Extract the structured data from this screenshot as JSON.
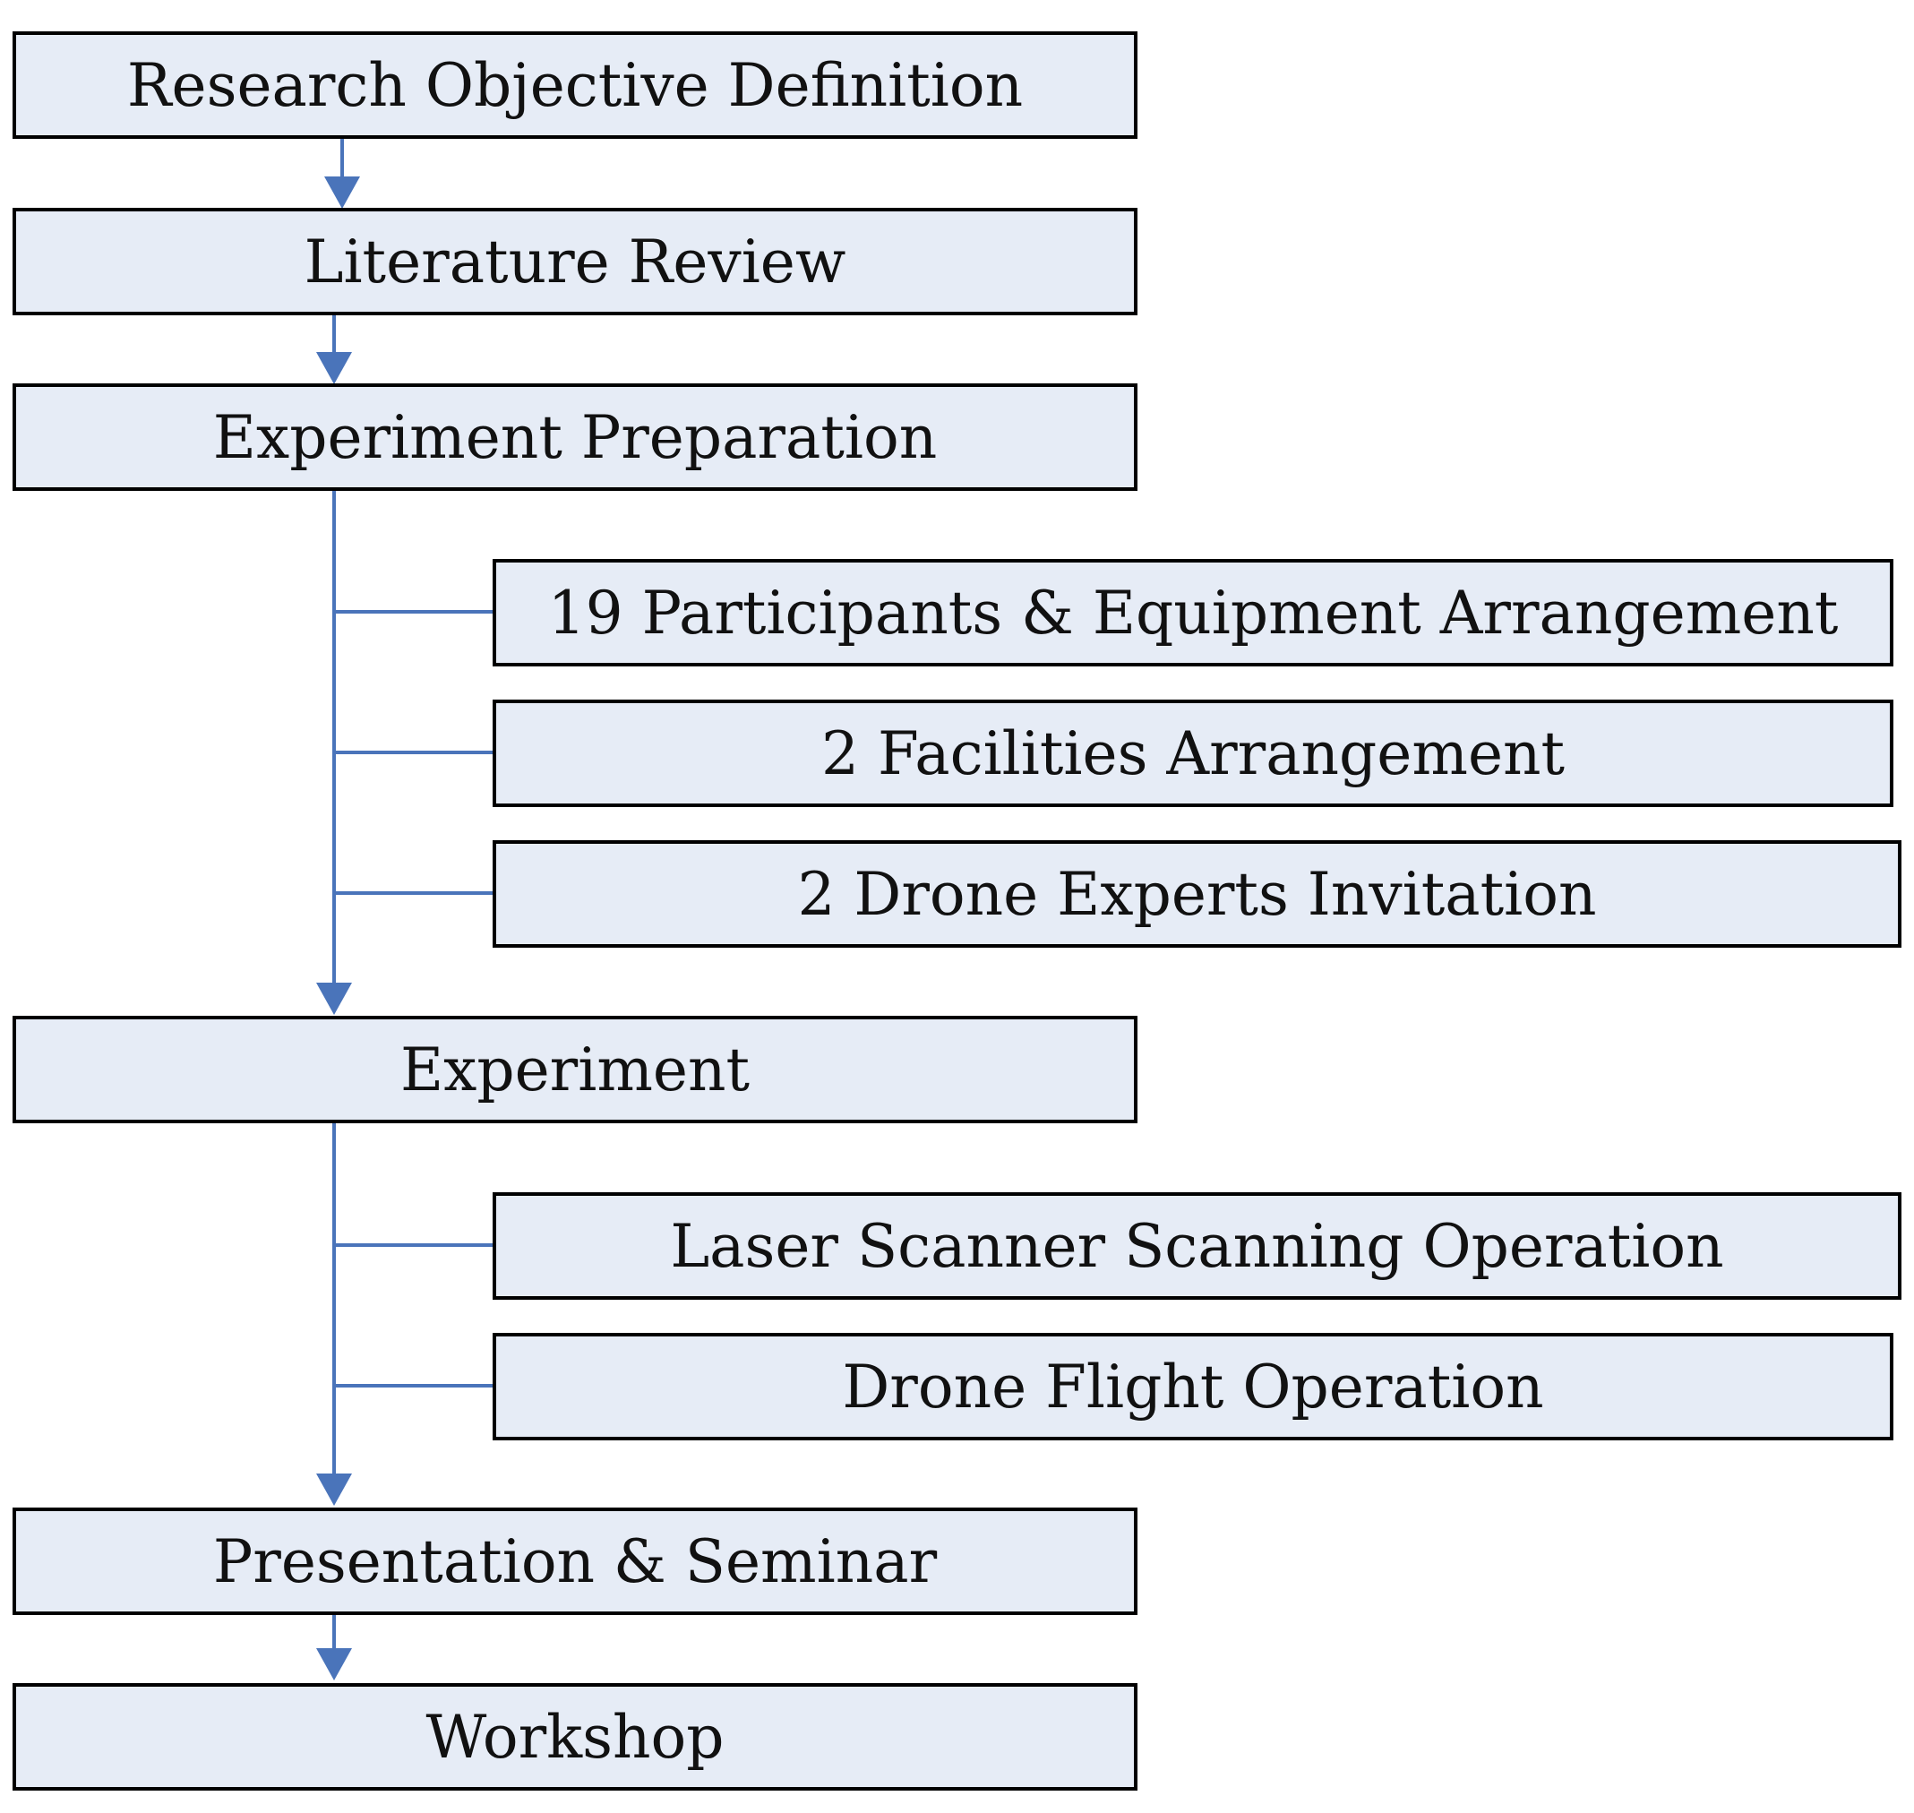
{
  "colors": {
    "box_fill": "#e6ecf6",
    "box_border": "#000000",
    "connector": "#4a74ba"
  },
  "steps": {
    "research_objective": "Research Objective Definition",
    "literature_review": "Literature Review",
    "experiment_preparation": "Experiment Preparation",
    "experiment": "Experiment",
    "presentation_seminar": "Presentation & Seminar",
    "workshop": "Workshop"
  },
  "preparation_substeps": [
    "19 Participants & Equipment Arrangement",
    "2 Facilities Arrangement",
    "2 Drone Experts Invitation"
  ],
  "experiment_substeps": [
    "Laser Scanner Scanning Operation",
    "Drone Flight Operation"
  ]
}
